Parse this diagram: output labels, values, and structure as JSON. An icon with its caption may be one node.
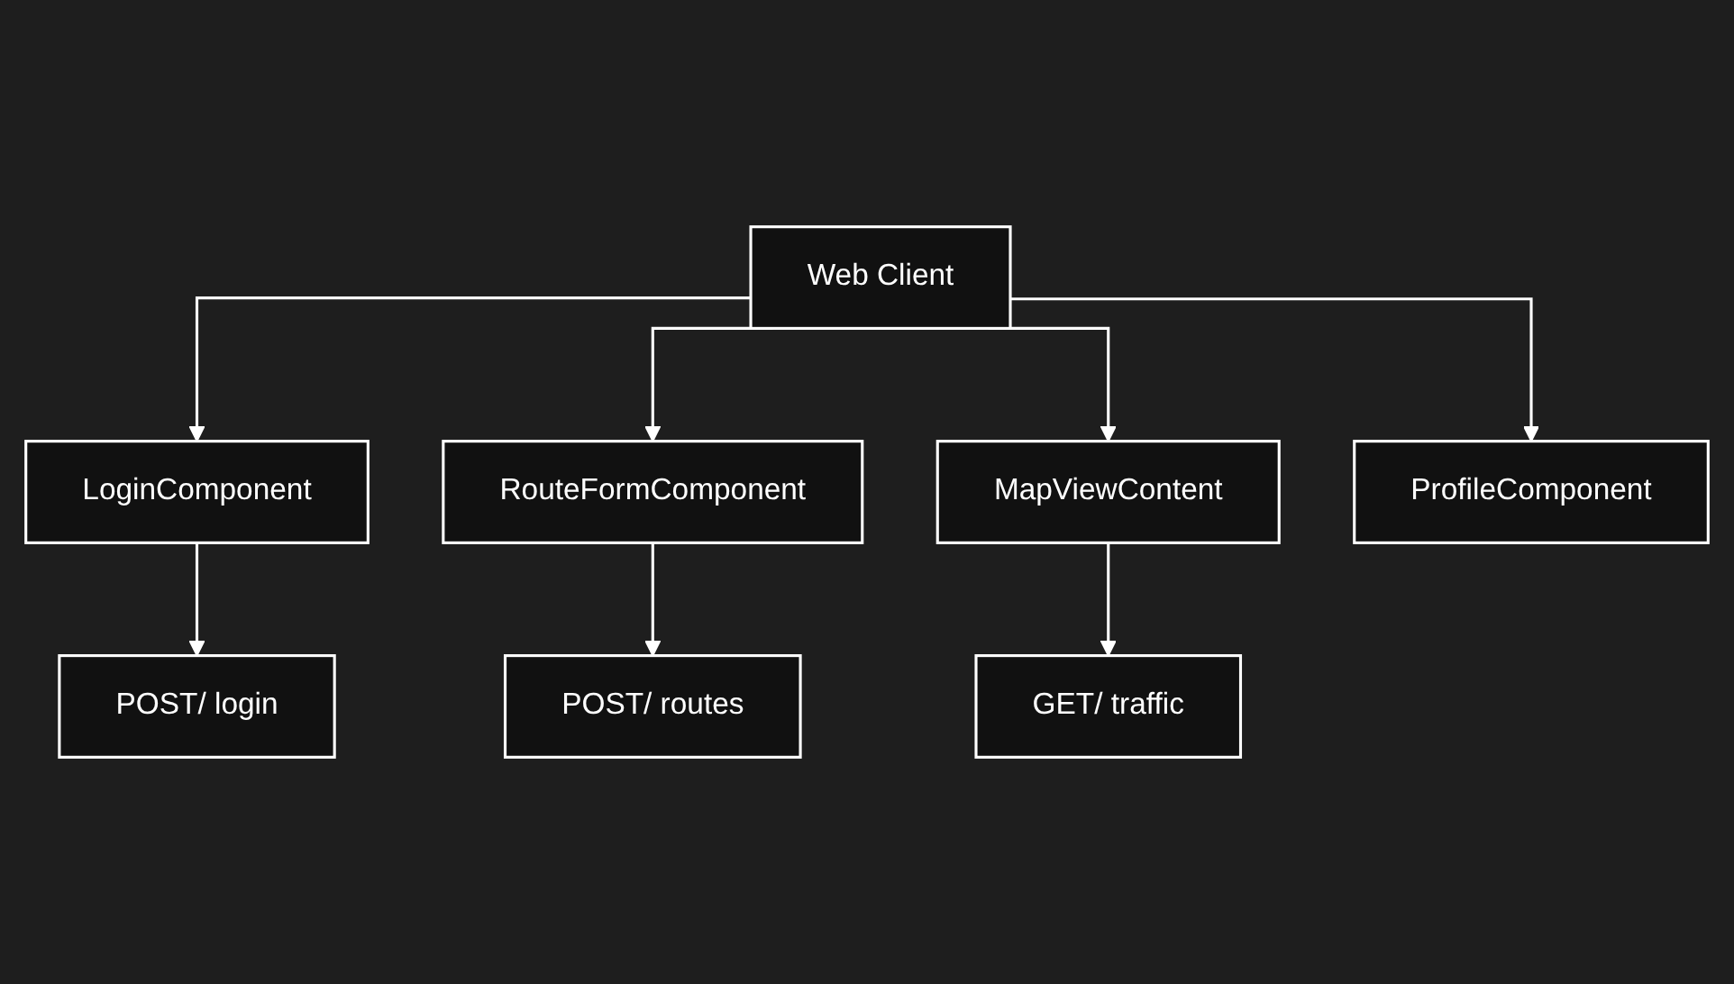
{
  "diagram": {
    "nodes": [
      {
        "text": [
          "Web Client"
        ]
      },
      {
        "text": [
          "LoginComponent"
        ]
      },
      {
        "text": [
          "RouteFormComponent"
        ]
      },
      {
        "text": [
          "MapViewContent"
        ]
      },
      {
        "text": [
          "ProfileComponent"
        ]
      },
      {
        "text": [
          "POST/ login"
        ]
      },
      {
        "text": [
          "POST/ routes"
        ]
      },
      {
        "text": [
          "GET/ traffic"
        ]
      }
    ],
    "edges": [
      {
        "from": 0,
        "to": 1,
        "arrow": "to"
      },
      {
        "from": 0,
        "to": 2,
        "arrow": "to"
      },
      {
        "from": 0,
        "to": 3,
        "arrow": "to"
      },
      {
        "from": 0,
        "to": 4,
        "arrow": "to"
      },
      {
        "from": 1,
        "to": 5,
        "arrow": "to"
      },
      {
        "from": 2,
        "to": 6,
        "arrow": "to"
      },
      {
        "from": 3,
        "to": 7,
        "arrow": "to"
      }
    ]
  }
}
